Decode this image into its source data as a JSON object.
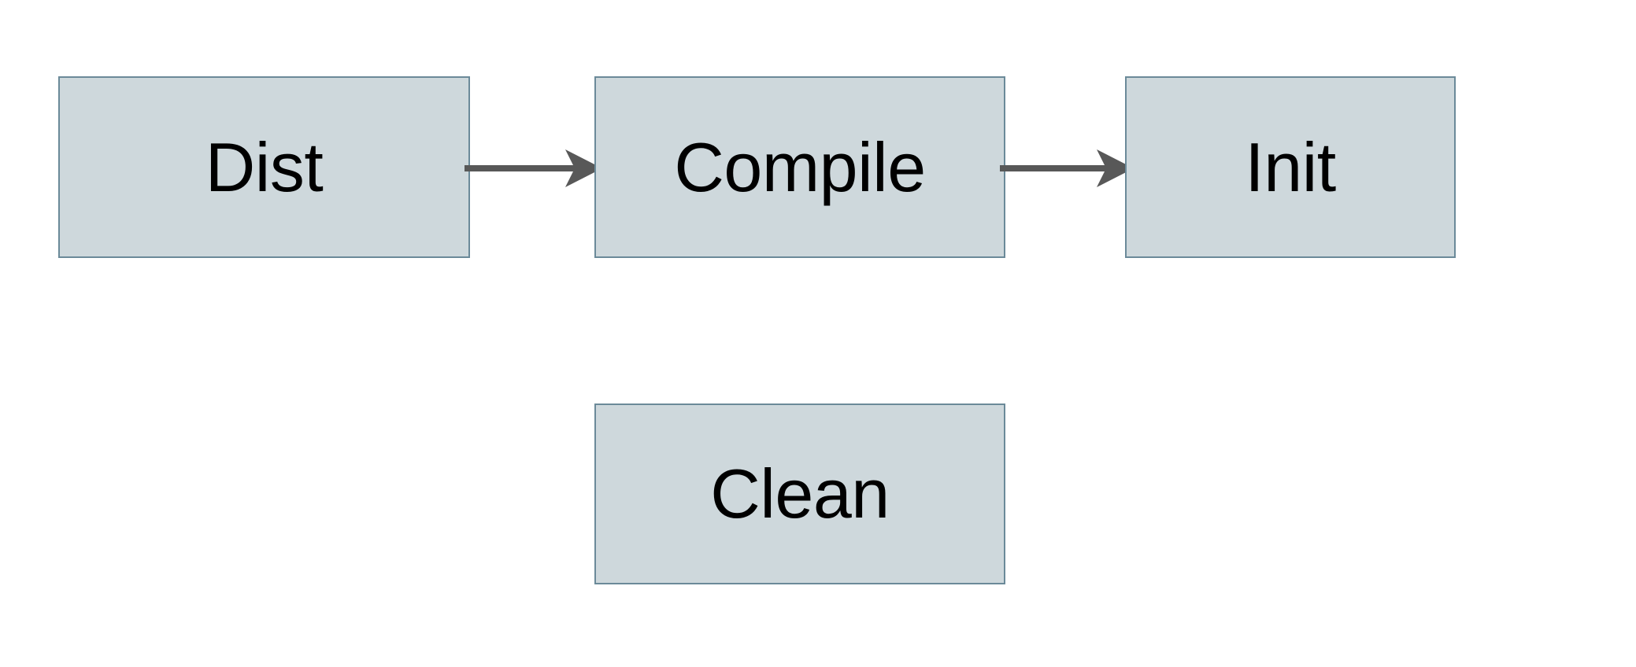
{
  "diagram": {
    "type": "flowchart",
    "title": "",
    "background_color": "#ffffff",
    "node_fill_color": "#ced8dc",
    "node_border_color": "#6b8a99",
    "edge_color": "#585858",
    "label_color": "#000000",
    "nodes": [
      {
        "id": "dist",
        "label": "Dist",
        "shape": "rectangle"
      },
      {
        "id": "compile",
        "label": "Compile",
        "shape": "rectangle"
      },
      {
        "id": "init",
        "label": "Init",
        "shape": "rectangle"
      },
      {
        "id": "clean",
        "label": "Clean",
        "shape": "rectangle"
      }
    ],
    "edges": [
      {
        "id": "dist-compile",
        "from": "Dist",
        "to": "Compile",
        "label": "",
        "arrowhead": "classic-filled",
        "direction": "right"
      },
      {
        "id": "compile-init",
        "from": "Compile",
        "to": "Init",
        "label": "",
        "arrowhead": "classic-filled",
        "direction": "right"
      }
    ]
  }
}
